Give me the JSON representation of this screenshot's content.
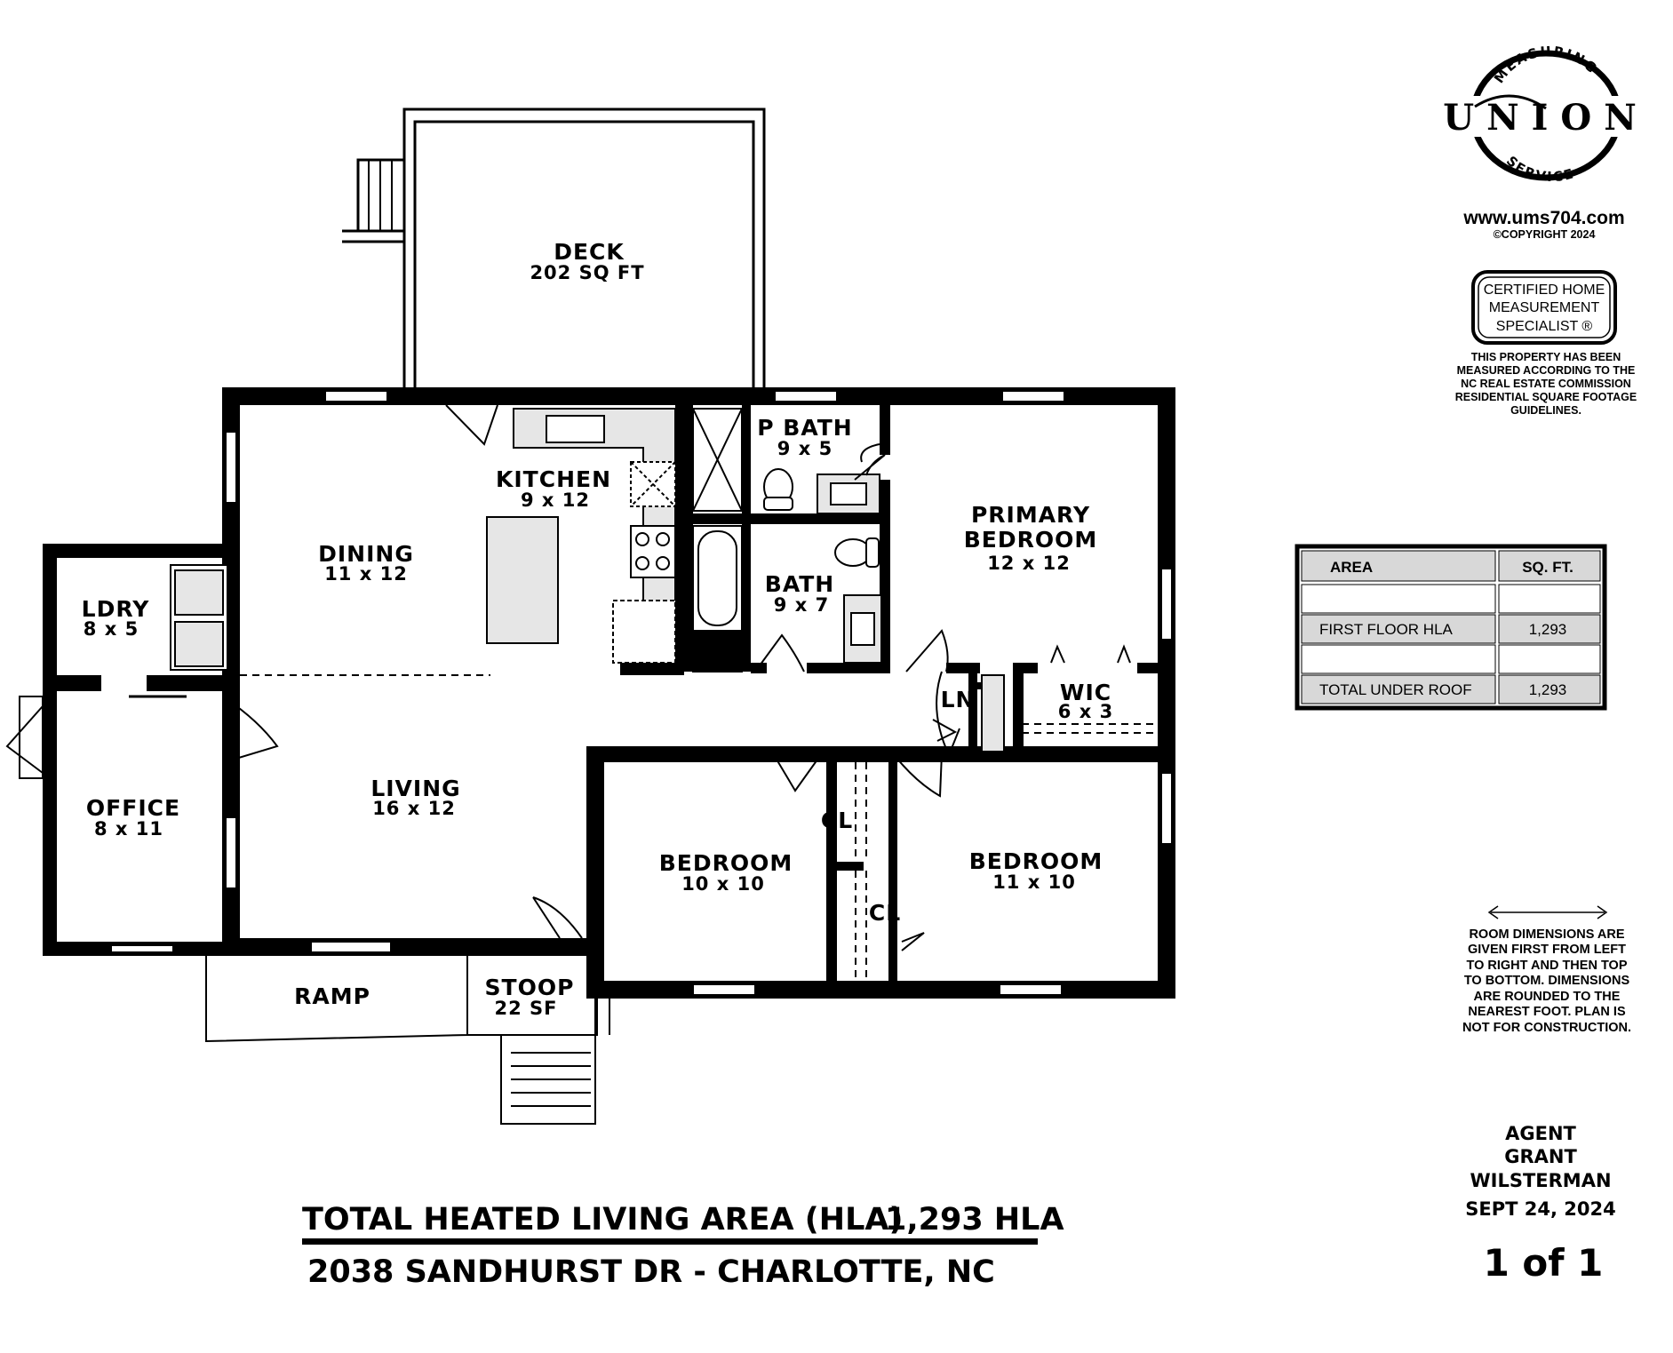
{
  "rooms": {
    "deck": {
      "name": "DECK",
      "dims": "202 SQ FT"
    },
    "p_bath": {
      "name": "P BATH",
      "dims": "9 x 5"
    },
    "kitchen": {
      "name": "KITCHEN",
      "dims": "9 x 12"
    },
    "primary_bedroom": {
      "name1": "PRIMARY",
      "name2": "BEDROOM",
      "dims": "12 x 12"
    },
    "dining": {
      "name": "DINING",
      "dims": "11 x 12"
    },
    "bath": {
      "name": "BATH",
      "dims": "9 x 7"
    },
    "laundry": {
      "name": "LDRY",
      "dims": "8 x 5"
    },
    "wic": {
      "name": "WIC",
      "dims": "6 x 3"
    },
    "linen": {
      "name": "LN"
    },
    "office": {
      "name": "OFFICE",
      "dims": "8 x 11"
    },
    "living": {
      "name": "LIVING",
      "dims": "16 x 12"
    },
    "closet_1": {
      "name": "CL"
    },
    "closet_2": {
      "name": "CL"
    },
    "bedroom_1": {
      "name": "BEDROOM",
      "dims": "10 x 10"
    },
    "bedroom_2": {
      "name": "BEDROOM",
      "dims": "11 x 10"
    },
    "ramp": {
      "name": "RAMP"
    },
    "stoop": {
      "name": "STOOP",
      "dims": "22 SF"
    }
  },
  "logo": {
    "word": "UNION",
    "arc_top": "MEASURING",
    "arc_bottom": "SERVICE",
    "url": "www.ums704.com",
    "copyright": "©COPYRIGHT 2024"
  },
  "certification": {
    "line1": "CERTIFIED HOME",
    "line2": "MEASUREMENT",
    "line3": "SPECIALIST ®",
    "statement": [
      "THIS PROPERTY HAS BEEN",
      "MEASURED ACCORDING TO THE",
      "NC REAL ESTATE COMMISSION",
      "RESIDENTIAL SQUARE FOOTAGE",
      "GUIDELINES."
    ]
  },
  "area_table": {
    "headers": [
      "AREA",
      "SQ. FT."
    ],
    "rows": [
      [
        "",
        ""
      ],
      [
        "FIRST FLOOR HLA",
        "1,293"
      ],
      [
        "",
        ""
      ],
      [
        "TOTAL UNDER ROOF",
        "1,293"
      ]
    ]
  },
  "dimension_note": [
    "ROOM DIMENSIONS ARE",
    "GIVEN FIRST FROM LEFT",
    "TO RIGHT AND THEN TOP",
    "TO BOTTOM. DIMENSIONS",
    "ARE ROUNDED TO THE",
    "NEAREST FOOT. PLAN IS",
    "NOT FOR CONSTRUCTION."
  ],
  "agent": {
    "label": "AGENT",
    "first": "GRANT",
    "last": "WILSTERMAN",
    "date": "SEPT 24, 2024"
  },
  "page_number": "1 of 1",
  "footer": {
    "hla_label": "TOTAL HEATED LIVING AREA (HLA)",
    "hla_value": "1,293 HLA",
    "address": "2038 SANDHURST DR - CHARLOTTE, NC"
  }
}
